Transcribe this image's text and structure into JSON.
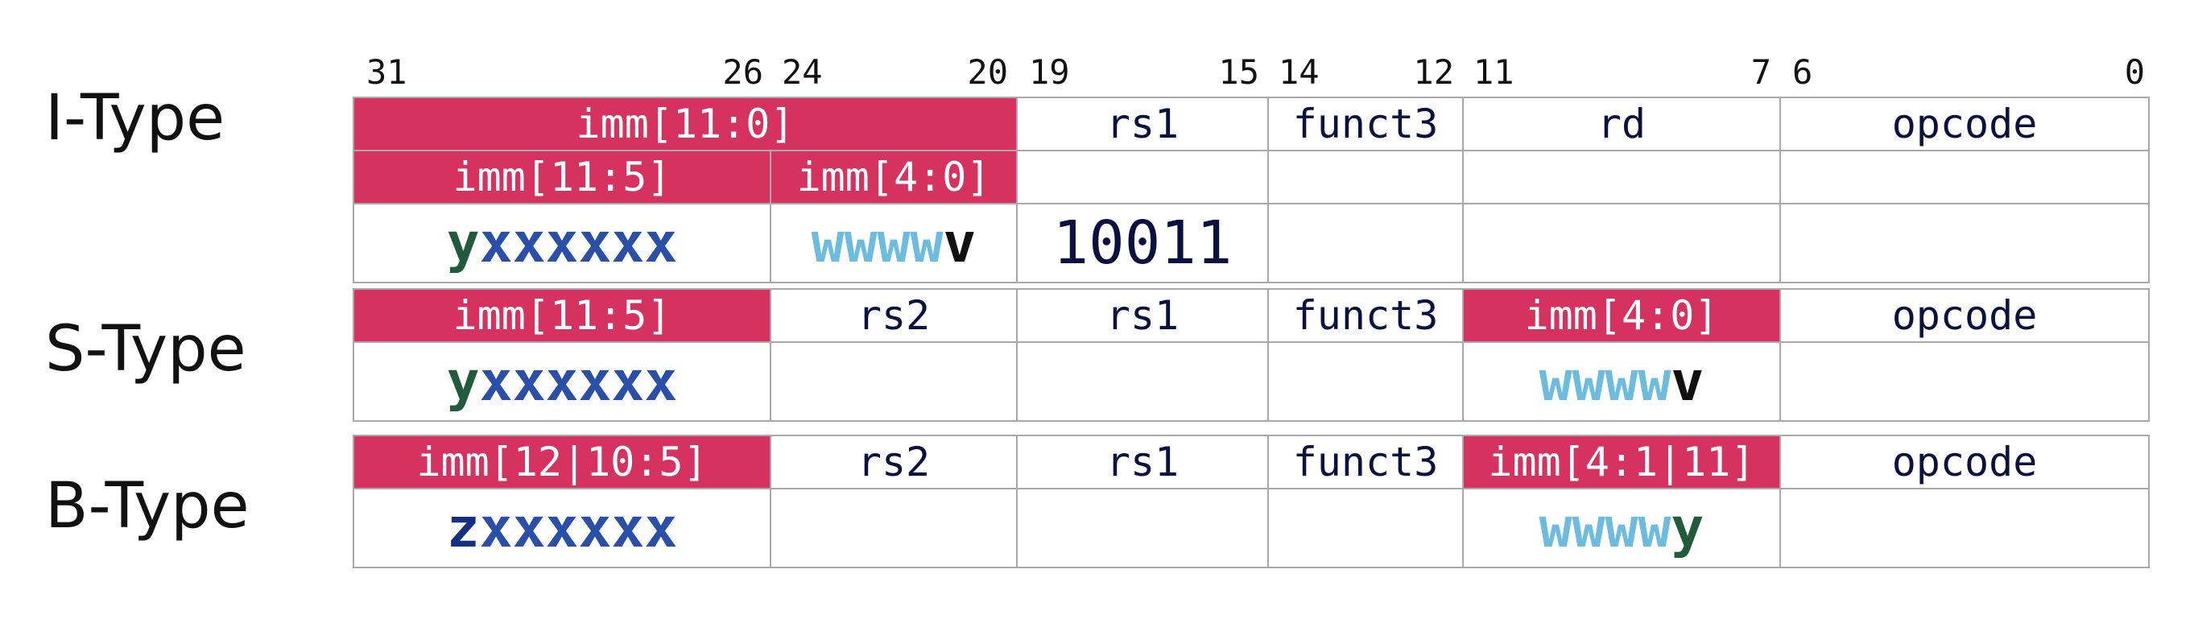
{
  "bit_positions": [
    "31",
    "26",
    "24",
    "20",
    "19",
    "15",
    "14",
    "12",
    "11",
    "7",
    "6",
    "0"
  ],
  "row_labels": {
    "i_type": "I-Type",
    "s_type": "S-Type",
    "b_type": "B-Type"
  },
  "fields": {
    "i_imm_11_0": "imm[11:0]",
    "i_rs1": "rs1",
    "i_funct3": "funct3",
    "i_rd": "rd",
    "i_opcode": "opcode",
    "i_imm_11_5": "imm[11:5]",
    "i_imm_4_0": "imm[4:0]",
    "s_imm_11_5": "imm[11:5]",
    "s_rs2": "rs2",
    "s_rs1": "rs1",
    "s_funct3": "funct3",
    "s_imm_4_0": "imm[4:0]",
    "s_opcode": "opcode",
    "b_imm_12_10_5": "imm[12|10:5]",
    "b_rs2": "rs2",
    "b_rs1": "rs1",
    "b_funct3": "funct3",
    "b_imm_4_1_11": "imm[4:1|11]",
    "b_opcode": "opcode"
  },
  "encodings": {
    "i_upper_lead": "y",
    "i_upper_rest": "xxxxxx",
    "i_lower_w": "wwww",
    "i_lower_v": "v",
    "i_rs1_value": "10011",
    "s_upper_lead": "y",
    "s_upper_rest": "xxxxxx",
    "s_lower_w": "wwww",
    "s_lower_v": "v",
    "b_upper_lead": "z",
    "b_upper_rest": "xxxxxx",
    "b_lower_w": "wwww",
    "b_lower_y": "y"
  },
  "colors": {
    "highlight": "#d6325f",
    "y_green": "#225a3c",
    "x_blue": "#2a4fa8",
    "w_light_blue": "#6bbcde",
    "v_black": "#111111",
    "z_navy": "#15307e",
    "border": "#a9a9a9"
  }
}
